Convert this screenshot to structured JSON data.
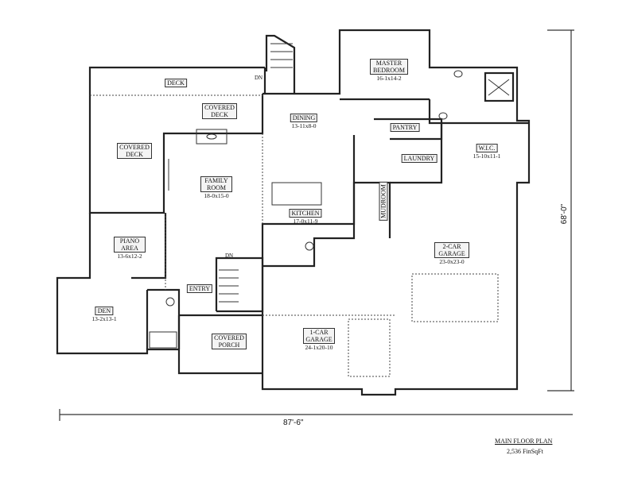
{
  "plan": {
    "title": "MAIN FLOOR PLAN",
    "area": "2,536 FinSqFt",
    "width_dimension": "87'-6\"",
    "depth_dimension": "68'-0\""
  },
  "rooms": {
    "deck": {
      "name": "DECK"
    },
    "covered_deck_1": {
      "name": "COVERED DECK"
    },
    "covered_deck_2": {
      "name": "COVERED DECK"
    },
    "dining": {
      "name": "DINING",
      "size": "13-11x8-0"
    },
    "master_bedroom": {
      "name": "MASTER BEDROOM",
      "size": "16-1x14-2"
    },
    "pantry": {
      "name": "PANTRY"
    },
    "laundry": {
      "name": "LAUNDRY"
    },
    "wic": {
      "name": "W.I.C.",
      "size": "15-10x11-1"
    },
    "family_room": {
      "name": "FAMILY ROOM",
      "size": "18-0x15-0"
    },
    "kitchen": {
      "name": "KITCHEN",
      "size": "17-0x11-9"
    },
    "mudroom": {
      "name": "MUDROOM"
    },
    "garage_2car": {
      "name": "2-CAR GARAGE",
      "size": "23-0x23-0"
    },
    "piano_area": {
      "name": "PIANO AREA",
      "size": "13-6x12-2"
    },
    "entry": {
      "name": "ENTRY"
    },
    "den": {
      "name": "DEN",
      "size": "13-2x13-1"
    },
    "covered_porch": {
      "name": "COVERED PORCH"
    },
    "garage_1car": {
      "name": "1-CAR GARAGE",
      "size": "24-1x20-10"
    }
  },
  "annotations": {
    "stair_down_upper": "DN",
    "stair_down_entry": "DN"
  }
}
